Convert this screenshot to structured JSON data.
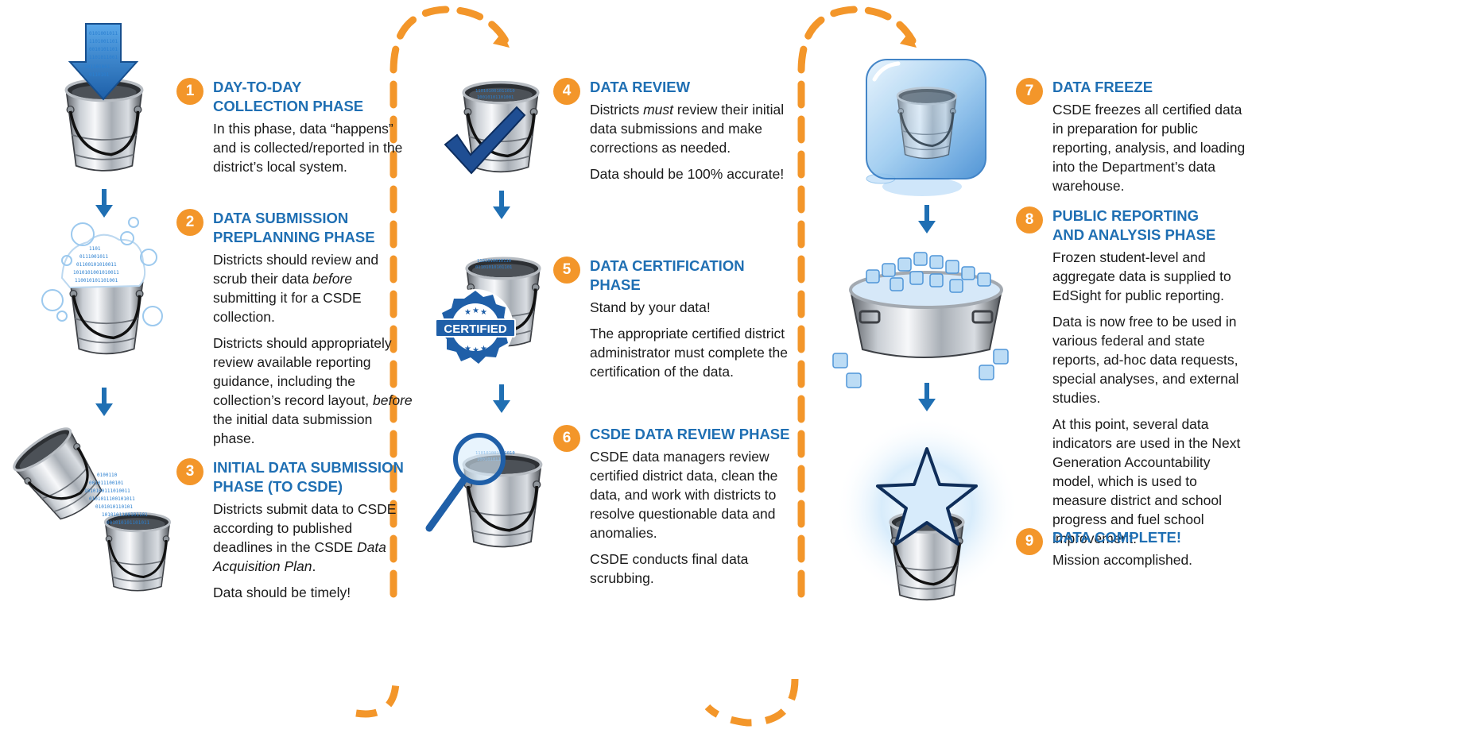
{
  "colors": {
    "accent_blue": "#1f6fb3",
    "number_orange": "#f3962a",
    "dash_orange": "#f3962a",
    "ice_blue": "#bcdcf5"
  },
  "certified_badge": "CERTIFIED",
  "steps": [
    {
      "num": "1",
      "title": "DAY-TO-DAY\nCOLLECTION PHASE",
      "paras": [
        "In this phase, data “happens” and is collected/reported in the district’s local system."
      ]
    },
    {
      "num": "2",
      "title": "DATA SUBMISSION\nPREPLANNING PHASE",
      "paras": [
        "Districts should review and scrub their data <em>before</em> submitting it for a CSDE collection.",
        "Districts should appropriately review available reporting guidance, including the collection’s record layout, <em>before</em> the initial data submission phase."
      ]
    },
    {
      "num": "3",
      "title": "INITIAL DATA SUBMISSION\nPHASE (TO CSDE)",
      "paras": [
        "Districts submit data to CSDE according to published deadlines in the CSDE <em>Data Acquisition Plan</em>.",
        "Data should be timely!"
      ]
    },
    {
      "num": "4",
      "title": "DATA REVIEW",
      "paras": [
        "Districts <em>must</em> review their initial data submissions and make corrections as needed.",
        "Data should be 100% accurate!"
      ]
    },
    {
      "num": "5",
      "title": "DATA CERTIFICATION PHASE",
      "paras": [
        "Stand by your data!",
        "The appropriate certified district administrator must complete the certification of the data."
      ]
    },
    {
      "num": "6",
      "title": "CSDE DATA REVIEW PHASE",
      "paras": [
        "CSDE data managers review certified district data, clean the data, and work with districts to resolve questionable data and anomalies.",
        "CSDE conducts final data scrubbing."
      ]
    },
    {
      "num": "7",
      "title": "DATA FREEZE",
      "paras": [
        "CSDE freezes all certified data in preparation for public reporting, analysis, and loading into the Department’s data warehouse."
      ]
    },
    {
      "num": "8",
      "title": "PUBLIC REPORTING\nAND ANALYSIS PHASE",
      "paras": [
        "Frozen student-level and aggregate data is supplied to EdSight for public reporting.",
        "Data is now free to be used in various federal and state reports, ad-hoc data requests, special analyses, and external studies.",
        "At this point, several data indicators are used in the Next Generation Accountability model, which is used to measure district and school progress and fuel school improvement."
      ]
    },
    {
      "num": "9",
      "title": "DATA COMPLETE!",
      "paras": [
        "Mission accomplished."
      ]
    }
  ]
}
